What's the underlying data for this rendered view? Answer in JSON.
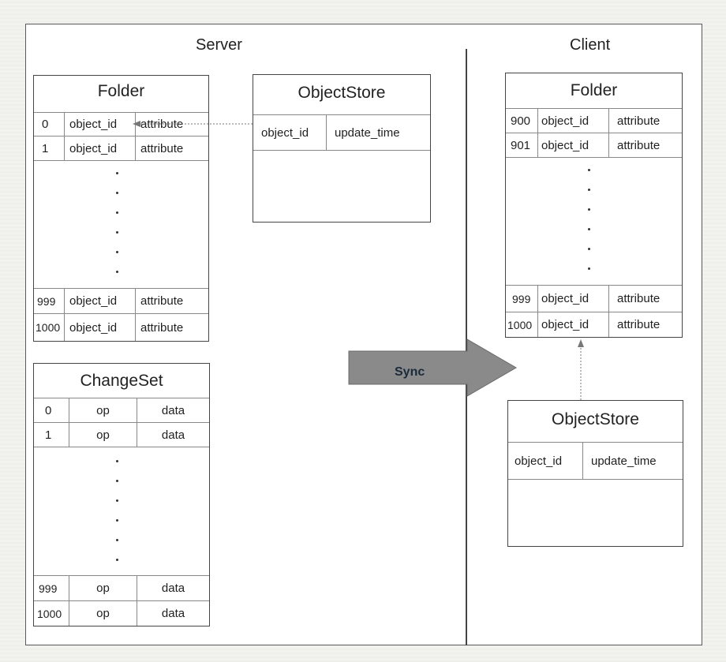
{
  "labels": {
    "server": "Server",
    "client": "Client",
    "sync": "Sync"
  },
  "server_folder": {
    "title": "Folder",
    "top_rows": [
      {
        "index": "0",
        "id": "object_id",
        "attr": "attribute"
      },
      {
        "index": "1",
        "id": "object_id",
        "attr": "attribute"
      }
    ],
    "bottom_rows": [
      {
        "index": "999",
        "id": "object_id",
        "attr": "attribute"
      },
      {
        "index": "1000",
        "id": "object_id",
        "attr": "attribute"
      }
    ]
  },
  "server_objectstore": {
    "title": "ObjectStore",
    "col1": "object_id",
    "col2": "update_time"
  },
  "changeset": {
    "title": "ChangeSet",
    "top_rows": [
      {
        "index": "0",
        "op": "op",
        "data": "data"
      },
      {
        "index": "1",
        "op": "op",
        "data": "data"
      }
    ],
    "bottom_rows": [
      {
        "index": "999",
        "op": "op",
        "data": "data"
      },
      {
        "index": "1000",
        "op": "op",
        "data": "data"
      }
    ]
  },
  "client_folder": {
    "title": "Folder",
    "top_rows": [
      {
        "index": "900",
        "id": "object_id",
        "attr": "attribute"
      },
      {
        "index": "901",
        "id": "object_id",
        "attr": "attribute"
      }
    ],
    "bottom_rows": [
      {
        "index": "999",
        "id": "object_id",
        "attr": "attribute"
      },
      {
        "index": "1000",
        "id": "object_id",
        "attr": "attribute"
      }
    ]
  },
  "client_objectstore": {
    "title": "ObjectStore",
    "col1": "object_id",
    "col2": "update_time"
  },
  "colors": {
    "arrow_fill": "#8a8a8a",
    "border": "#444444"
  }
}
